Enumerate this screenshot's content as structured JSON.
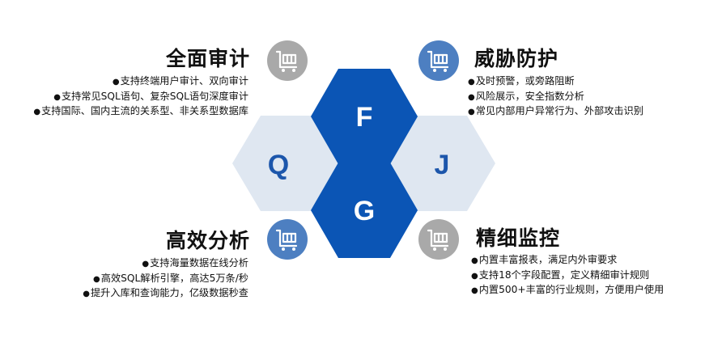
{
  "hexagons": {
    "top": "F",
    "left": "Q",
    "right": "J",
    "bottom": "G"
  },
  "colors": {
    "dark_blue": "#0b55b5",
    "light_blue": "#dfe7f1",
    "light_letter": "#1c56ab",
    "gray_circle": "#a9a9a9",
    "blue_circle": "#4d7fc1"
  },
  "features": {
    "top_left": {
      "title": "全面审计",
      "icon": "cart-icon",
      "items": [
        "支持终端用户审计、双向审计",
        "支持常见SQL语句、复杂SQL语句深度审计",
        "支持国际、国内主流的关系型、非关系型数据库"
      ]
    },
    "top_right": {
      "title": "威胁防护",
      "icon": "cart-icon",
      "items": [
        "及时预警，或旁路阻断",
        "风险展示，安全指数分析",
        "常见内部用户异常行为、外部攻击识别"
      ]
    },
    "bottom_left": {
      "title": "高效分析",
      "icon": "cart-icon",
      "items": [
        "支持海量数据在线分析",
        "高效SQL解析引擎，高达5万条/秒",
        "提升入库和查询能力，亿级数据秒查"
      ]
    },
    "bottom_right": {
      "title": "精细监控",
      "icon": "cart-icon",
      "items": [
        "内置丰富报表，满足内外审要求",
        "支持18个字段配置，定义精细审计规则",
        "内置500+丰富的行业规则，方便用户使用"
      ]
    }
  }
}
